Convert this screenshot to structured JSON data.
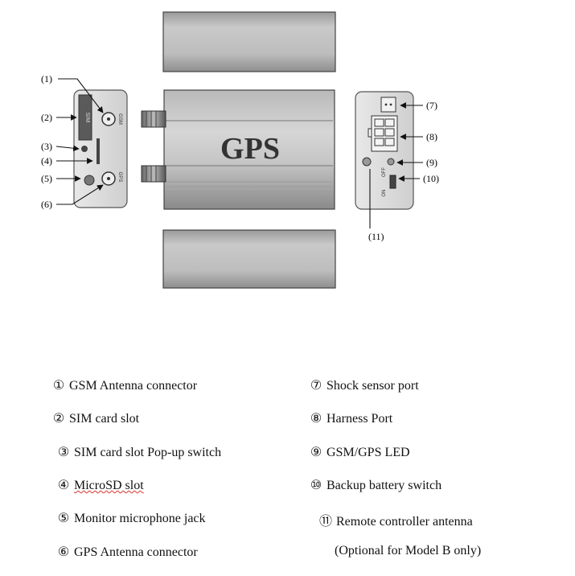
{
  "device": {
    "brand_text": "GPS",
    "front_panel": {
      "sim_label": "SIM",
      "gsm_label": "GSM",
      "gps_label": "GPS"
    },
    "back_panel": {
      "off_label": "OFF",
      "on_label": "ON"
    }
  },
  "callouts": [
    "(1)",
    "(2)",
    "(3)",
    "(4)",
    "(5)",
    "(6)",
    "(7)",
    "(8)",
    "(9)",
    "(10)",
    "(11)"
  ],
  "legend": {
    "left": [
      {
        "num": "①",
        "label": "GSM Antenna connector"
      },
      {
        "num": "②",
        "label": "SIM card slot"
      },
      {
        "num": "③",
        "label": "SIM card slot Pop-up switch"
      },
      {
        "num": "④",
        "label": "MicroSD slot"
      },
      {
        "num": "⑤",
        "label": "Monitor microphone jack"
      },
      {
        "num": "⑥",
        "label": "GPS Antenna connector"
      }
    ],
    "right": [
      {
        "num": "⑦",
        "label": "Shock sensor port"
      },
      {
        "num": "⑧",
        "label": "Harness Port"
      },
      {
        "num": "⑨",
        "label": "GSM/GPS LED"
      },
      {
        "num": "⑩",
        "label": "Backup battery switch"
      },
      {
        "num": "⑪",
        "label": "Remote controller antenna"
      },
      {
        "num": "",
        "label": "(Optional for Model B only)"
      }
    ]
  }
}
